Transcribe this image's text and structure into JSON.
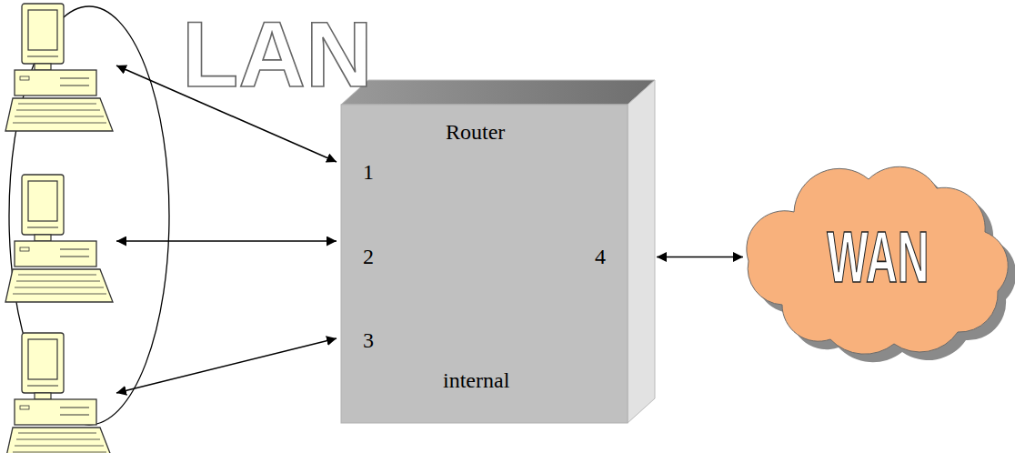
{
  "diagram": {
    "nodes": [
      {
        "text": [
          "Router",
          "1",
          "2",
          "3",
          "4",
          "internal"
        ]
      },
      {
        "text": [
          "WAN"
        ]
      }
    ],
    "edges": [
      {
        "from": 0,
        "to": 1,
        "arrow": "both"
      }
    ],
    "labels": [
      "LAN"
    ]
  }
}
